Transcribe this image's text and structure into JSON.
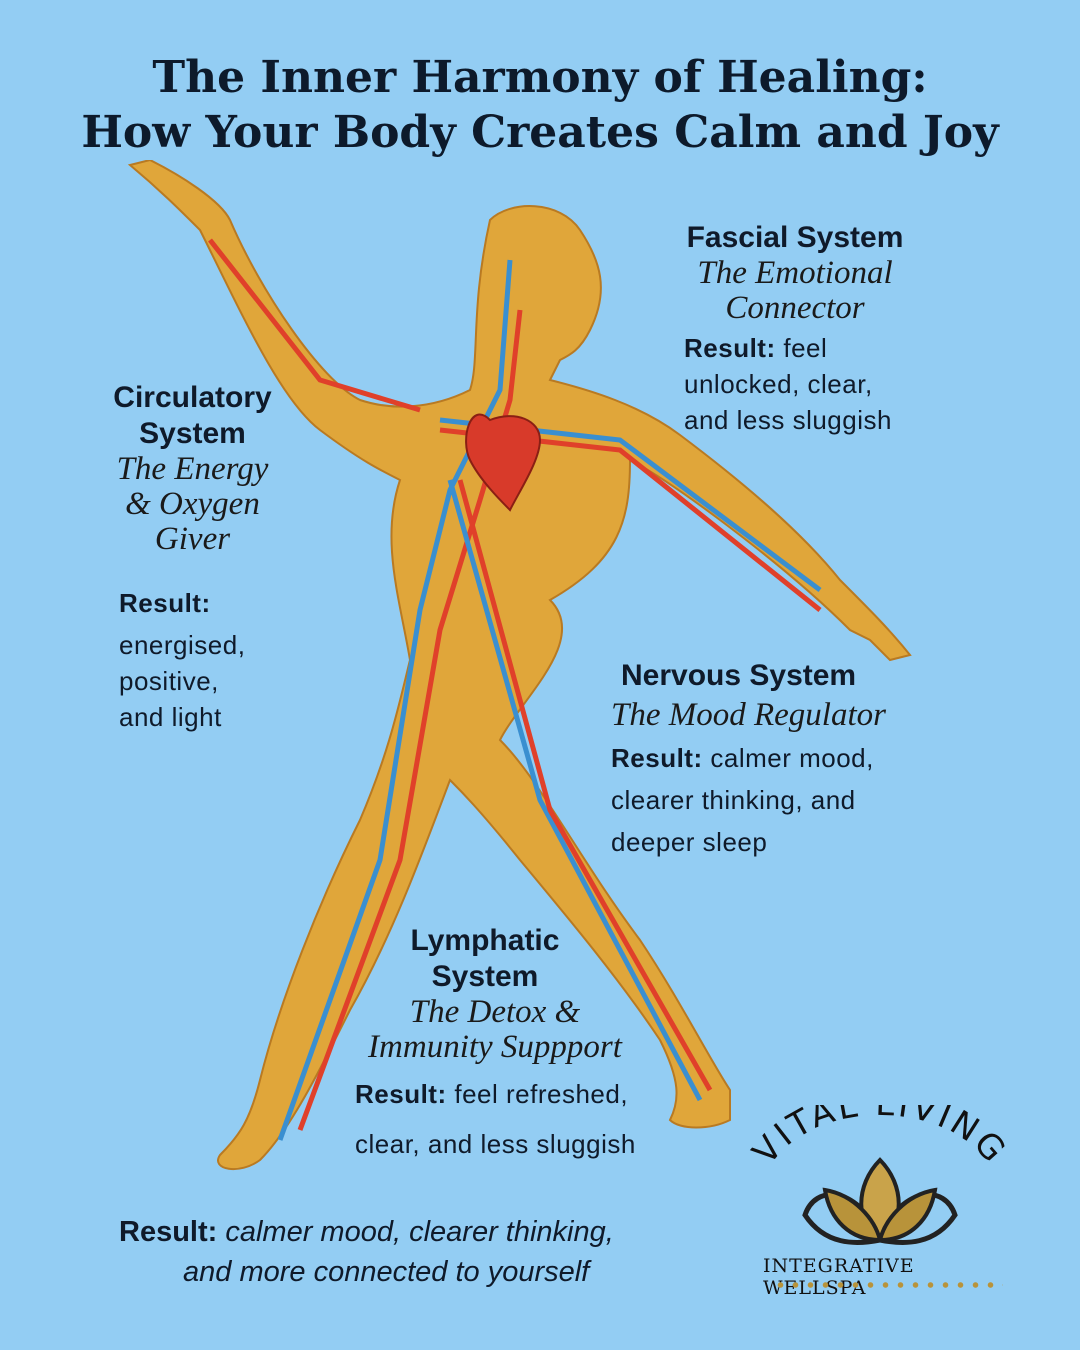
{
  "title": {
    "line1": "The Inner Harmony of Healing:",
    "line2": "How Your Body Creates Calm and Joy"
  },
  "circulatory": {
    "heading": "Circulatory System",
    "subtitle": "The Energy & Oxygen Giver",
    "result_label": "Result:",
    "result_text": "energised, positive, and light"
  },
  "fascial": {
    "heading": "Fascial System",
    "subtitle": "The Emotional Connector",
    "result_label": "Result:",
    "result_text": "feel unlocked, clear, and less sluggish"
  },
  "nervous": {
    "heading": "Nervous System",
    "subtitle": "The Mood Regulator",
    "result_label": "Result:",
    "result_text": "calmer mood, clearer thinking, and deeper sleep"
  },
  "lymphatic": {
    "heading": "Lymphatic System",
    "subtitle": "The Detox & Immunity Suppport",
    "result_label": "Result:",
    "result_text": "feel refreshed, clear, and less sluggish"
  },
  "footer": {
    "result_label": "Result:",
    "result_text1": "calmer mood, clearer thinking,",
    "result_text2": "and more connected to yourself"
  },
  "logo": {
    "top": "VITAL LIVING",
    "bottom": "INTEGRATIVE WELLSPA"
  },
  "colors": {
    "background": "#93cdf3",
    "skin": "#e0a63a",
    "artery": "#e0402a",
    "vein": "#3a8fd0",
    "gold": "#b8933a"
  }
}
